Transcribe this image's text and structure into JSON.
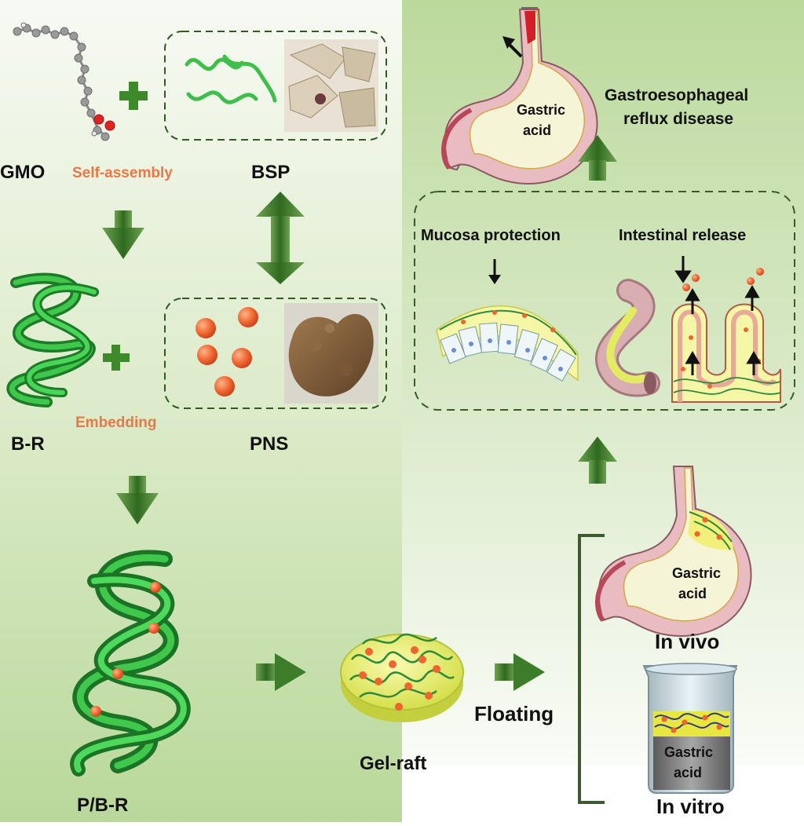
{
  "left_panel": {
    "gmo": "GMO",
    "self_assembly": "Self-assembly",
    "bsp": "BSP",
    "embedding": "Embedding",
    "br": "B-R",
    "pns": "PNS",
    "pbr": "P/B-R",
    "gel_raft": "Gel-raft",
    "floating": "Floating"
  },
  "right_panel": {
    "gerd_line1": "Gastroesophageal",
    "gerd_line2": "reflux disease",
    "gastric_top_1": "Gastric",
    "gastric_top_2": "acid",
    "mucosa_protection": "Mucosa protection",
    "intestinal_release": "Intestinal release",
    "gastric_vivo_1": "Gastric",
    "gastric_vivo_2": "acid",
    "in_vivo": "In vivo",
    "gastric_vitro_1": "Gastric",
    "gastric_vitro_2": "acid",
    "in_vitro": "In vitro"
  },
  "colors": {
    "arrow_green": "#3d7d2a",
    "helix_green": "#2fa83a",
    "orange_label": "#e8774a",
    "particle_orange": "#f0642f",
    "stomach_pink": "#e9bcc2",
    "gel_yellow": "#f2f07a"
  }
}
